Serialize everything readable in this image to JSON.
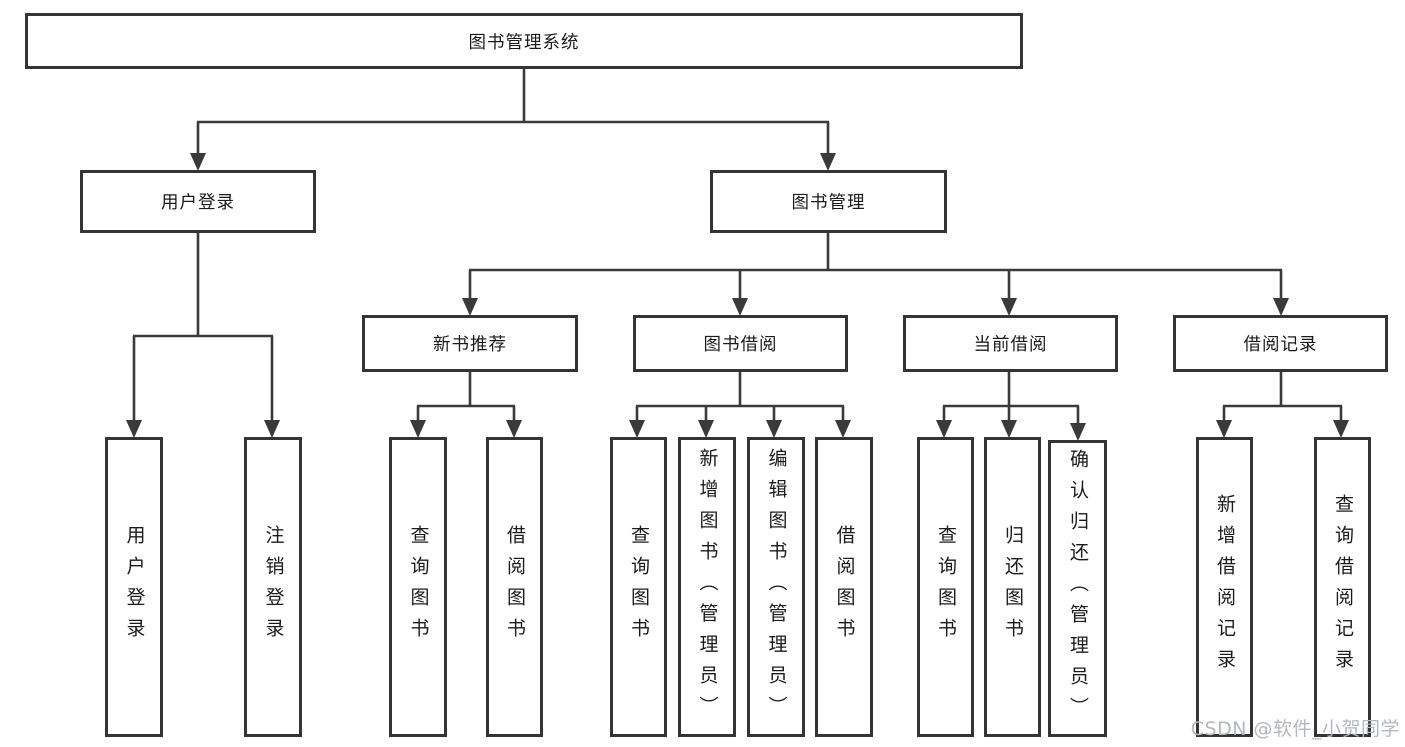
{
  "diagram": {
    "title": "图书管理系统",
    "level2": {
      "user_login": "用户登录",
      "book_management": "图书管理"
    },
    "level3": {
      "new_book_recommend": "新书推荐",
      "book_borrowing": "图书借阅",
      "current_borrowing": "当前借阅",
      "borrowing_records": "借阅记录"
    },
    "leaves": {
      "user_login": "用户登录",
      "logout": "注销登录",
      "nb_query_books": "查询图书",
      "nb_borrow_books": "借阅图书",
      "bb_query_books": "查询图书",
      "bb_add_books": "新增图书（管理员）",
      "bb_edit_books": "编辑图书（管理员）",
      "bb_borrow_books": "借阅图书",
      "cb_query_books": "查询图书",
      "cb_return_books": "归还图书",
      "cb_confirm_return": "确认归还（管理员）",
      "br_add_record": "新增借阅记录",
      "br_query_record": "查询借阅记录"
    }
  },
  "watermark": {
    "text": "CSDN @软件_小贺同学"
  },
  "colors": {
    "line": "#3a3a3a",
    "border": "#343434",
    "background": "#ffffff",
    "text": "#1b1b1b",
    "watermark": "#b3b8be"
  }
}
